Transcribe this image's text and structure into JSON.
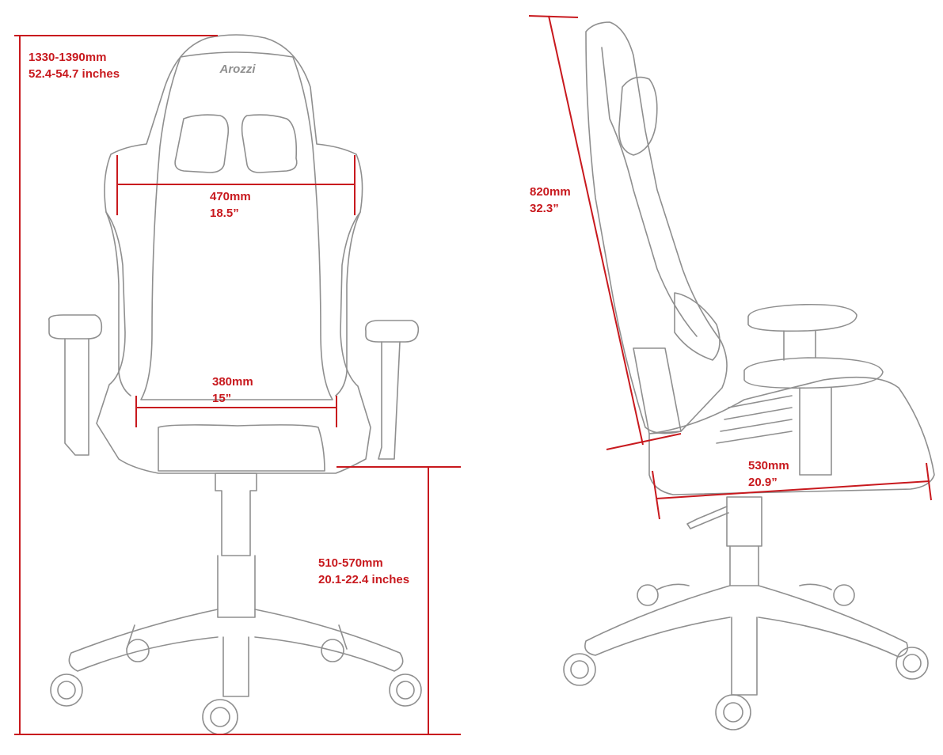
{
  "brand_logo": "Arozzi",
  "colors": {
    "dimension": "#c8191e",
    "outline": "#8f8f8f",
    "background": "#ffffff"
  },
  "front_view": {
    "overall_height": {
      "metric": "1330-1390mm",
      "imperial": "52.4-54.7 inches"
    },
    "backrest_width": {
      "metric": "470mm",
      "imperial": "18.5”"
    },
    "seat_width": {
      "metric": "380mm",
      "imperial": "15”"
    },
    "seat_height": {
      "metric": "510-570mm",
      "imperial": "20.1-22.4 inches"
    }
  },
  "side_view": {
    "backrest_height": {
      "metric": "820mm",
      "imperial": "32.3”"
    },
    "seat_depth": {
      "metric": "530mm",
      "imperial": "20.9”"
    }
  }
}
